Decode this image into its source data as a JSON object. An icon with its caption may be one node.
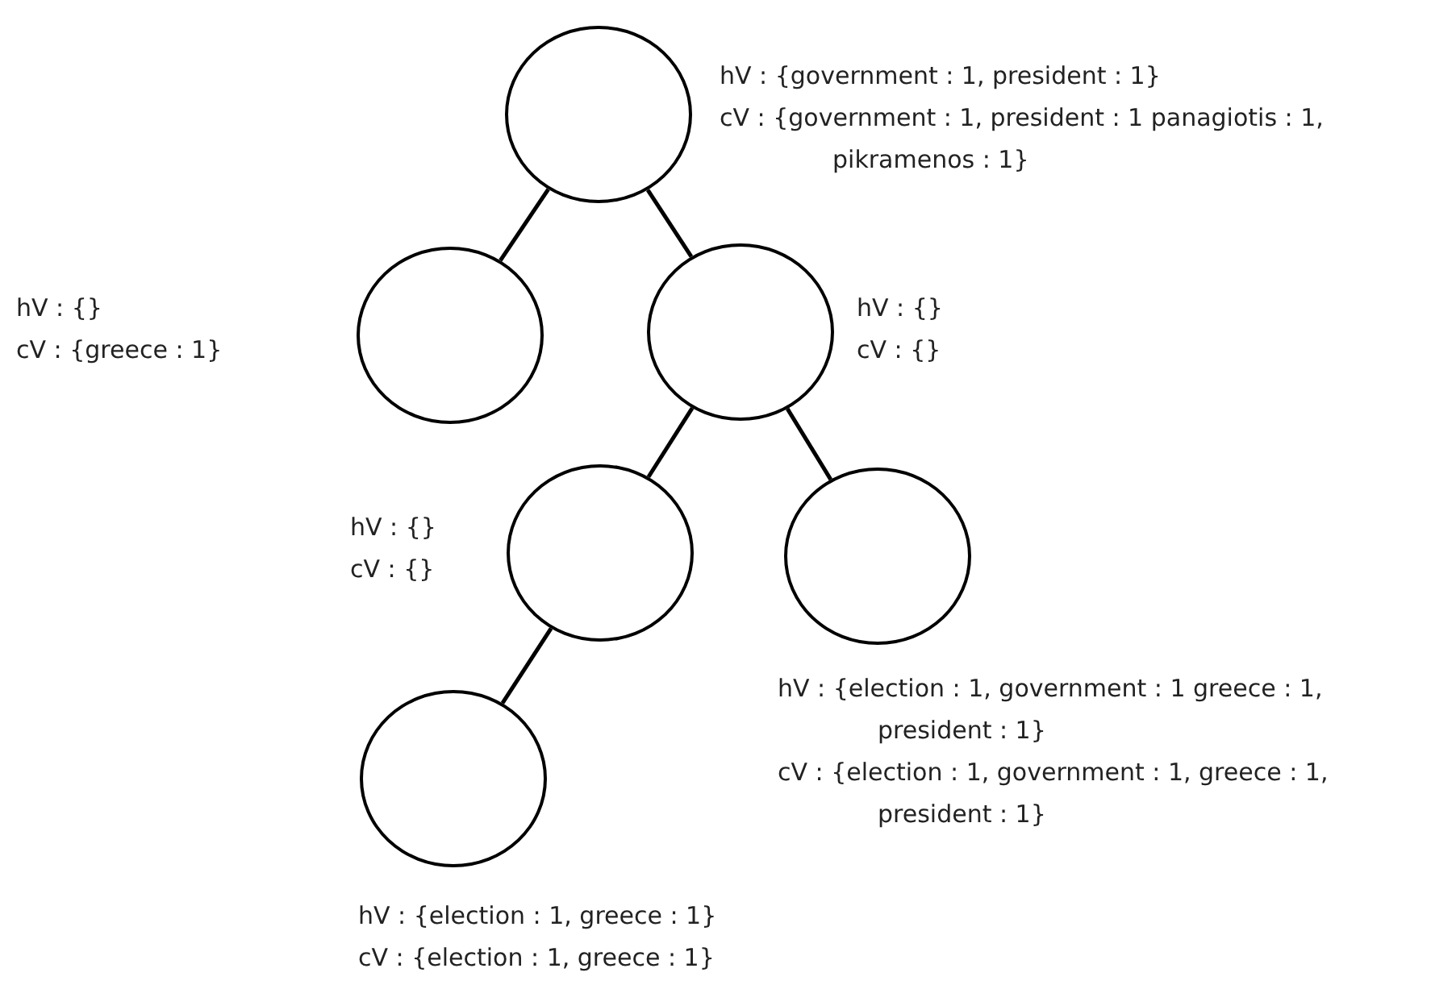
{
  "diagram": {
    "nodes": [
      {
        "text": [],
        "shape": "circle",
        "beside": [
          "hV : {government : 1, president : 1}",
          "cV : {government : 1, president : 1 panagiotis : 1, pikramenos : 1}"
        ]
      },
      {
        "text": [],
        "shape": "circle",
        "beside": [
          "hV : {}",
          "cV : {greece : 1}"
        ]
      },
      {
        "text": [],
        "shape": "circle",
        "beside": [
          "hV : {}",
          "cV : {}"
        ]
      },
      {
        "text": [],
        "shape": "circle",
        "beside": [
          "hV : {}",
          "cV : {}"
        ]
      },
      {
        "text": [],
        "shape": "circle",
        "beside": [
          "hV : {election : 1, government : 1 greece : 1, president : 1}",
          "cV : {election : 1, government : 1, greece : 1, president : 1}"
        ]
      },
      {
        "text": [],
        "shape": "circle",
        "beside": [
          "hV : {election : 1, greece : 1}",
          "cV : {election : 1, greece : 1}"
        ]
      }
    ],
    "edges": [
      {
        "from": 0,
        "to": 1,
        "arrow": "none"
      },
      {
        "from": 0,
        "to": 2,
        "arrow": "none"
      },
      {
        "from": 2,
        "to": 3,
        "arrow": "none"
      },
      {
        "from": 2,
        "to": 4,
        "arrow": "none"
      },
      {
        "from": 3,
        "to": 5,
        "arrow": "none"
      }
    ]
  }
}
